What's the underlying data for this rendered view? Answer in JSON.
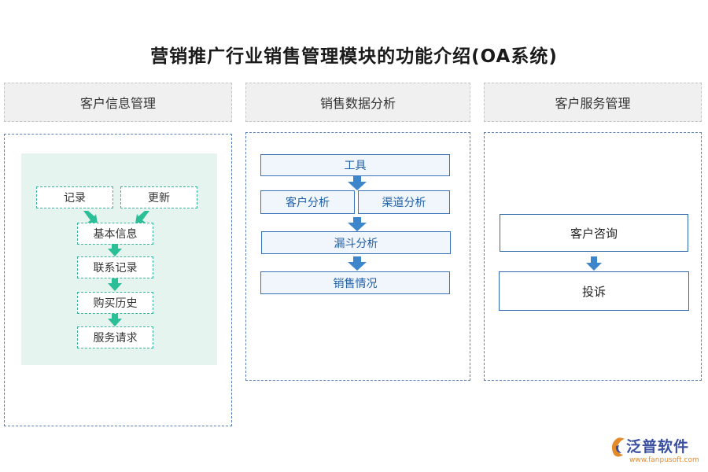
{
  "title": "营销推广行业销售管理模块的功能介绍(OA系统)",
  "columns": [
    {
      "header": "客户信息管理"
    },
    {
      "header": "销售数据分析"
    },
    {
      "header": "客户服务管理"
    }
  ],
  "customer_info": {
    "record": "记录",
    "update": "更新",
    "steps": [
      "基本信息",
      "联系记录",
      "购买历史",
      "服务请求"
    ]
  },
  "sales_analysis": {
    "tools": "工具",
    "customer_analysis": "客户分析",
    "channel_analysis": "渠道分析",
    "funnel_analysis": "漏斗分析",
    "sales_status": "销售情况"
  },
  "customer_service": {
    "inquiry": "客户咨询",
    "complaint": "投诉"
  },
  "logo": {
    "name": "泛普软件",
    "url": "www.fanpusoft.com"
  },
  "colors": {
    "green_arrow": "#2bbf98",
    "blue_arrow": "#3d86cc",
    "column_border": "#5b7fb5"
  }
}
